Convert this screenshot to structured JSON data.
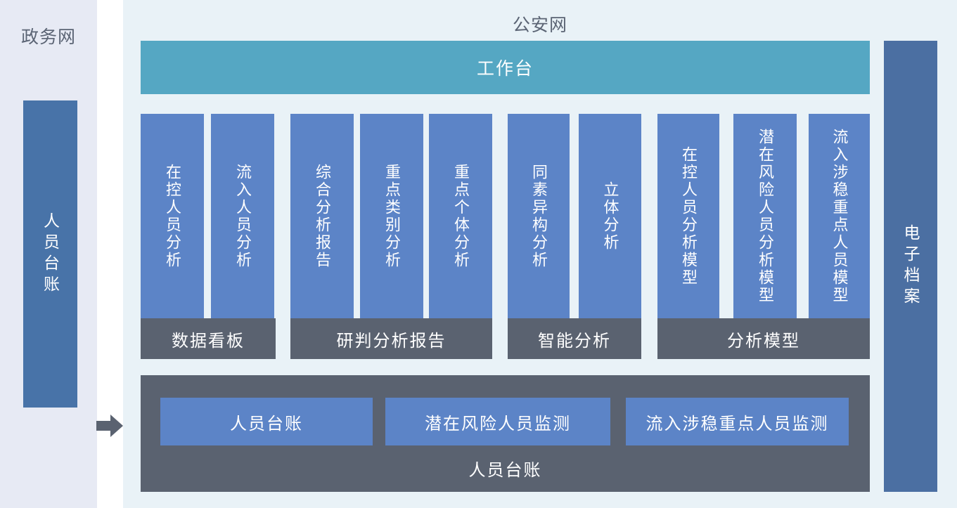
{
  "colors": {
    "left_panel_bg": "#e7eaf4",
    "main_panel_bg": "#e9f2f7",
    "teal": "#55a7c3",
    "column_blue": "#5c84c7",
    "left_bar_blue": "#4873a8",
    "right_bar_blue": "#4b6fa2",
    "slate": "#5a6270",
    "title_text": "#5b6474"
  },
  "left_panel": {
    "title": "政务网",
    "bar_label": "人员台账"
  },
  "main_panel": {
    "title": "公安网",
    "workbench_label": "工作台",
    "groups": [
      {
        "footer": "数据看板",
        "columns": [
          "在控人员分析",
          "流入人员分析"
        ]
      },
      {
        "footer": "研判分析报告",
        "columns": [
          "综合分析报告",
          "重点类别分析",
          "重点个体分析"
        ]
      },
      {
        "footer": "智能分析",
        "columns": [
          "同素异构分析",
          "立体分析"
        ]
      },
      {
        "footer": "分析模型",
        "columns": [
          "在控人员分析模型",
          "潜在风险人员分析模型",
          "流入涉稳重点人员模型"
        ]
      }
    ],
    "bottom_box": {
      "buttons": [
        "人员台账",
        "潜在风险人员监测",
        "流入涉稳重点人员监测"
      ],
      "footer": "人员台账"
    },
    "right_bar_label": "电子档案"
  },
  "icons": {
    "arrow": "right-arrow-icon"
  }
}
